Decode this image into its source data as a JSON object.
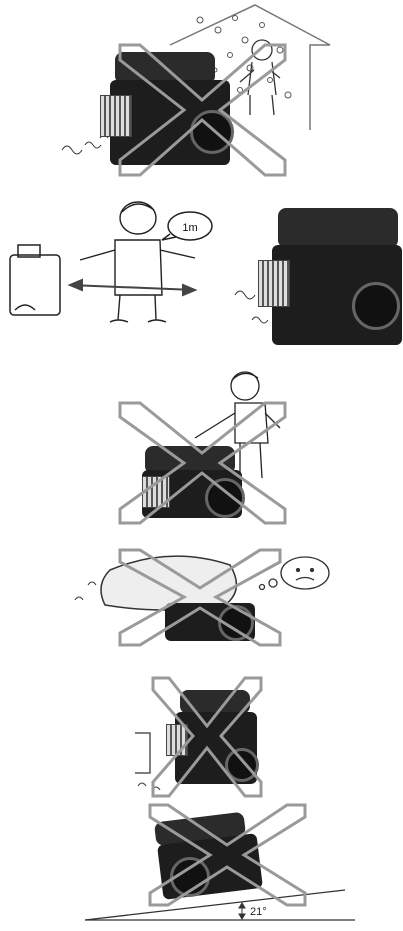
{
  "panels": [
    {
      "id": "indoor",
      "crossed": true
    },
    {
      "id": "clearance",
      "crossed": false,
      "distance_label": "1m"
    },
    {
      "id": "hand-touch",
      "crossed": true
    },
    {
      "id": "covered",
      "crossed": true
    },
    {
      "id": "enclosed-wall",
      "crossed": true
    },
    {
      "id": "slope",
      "crossed": true,
      "angle_label": "21°"
    }
  ],
  "icon_color": "#9a9a9a"
}
